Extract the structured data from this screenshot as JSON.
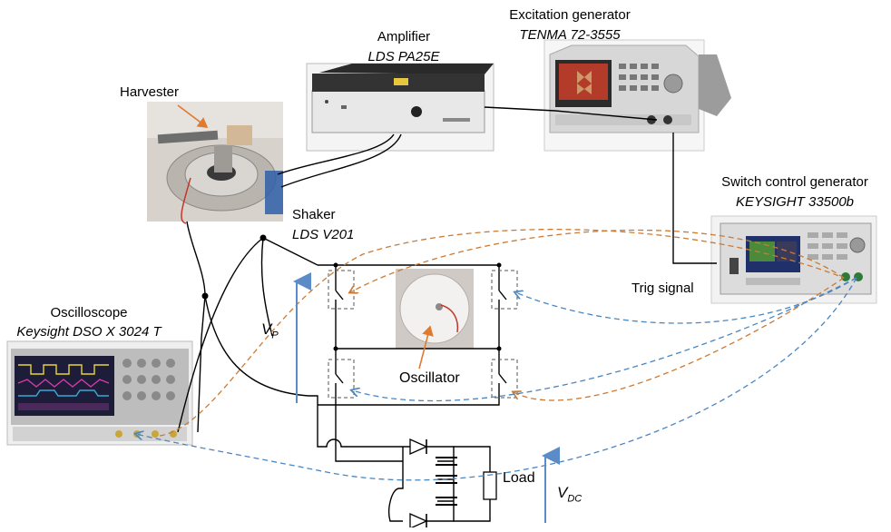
{
  "labels": {
    "excitation_title": "Excitation generator",
    "excitation_model": "TENMA 72-3555",
    "amplifier_title": "Amplifier",
    "amplifier_model": "LDS PA25E",
    "harvester": "Harvester",
    "shaker_title": "Shaker",
    "shaker_model": "LDS V201",
    "switch_gen_title": "Switch control generator",
    "switch_gen_model": "KEYSIGHT 33500b",
    "trig_signal": "Trig signal",
    "oscilloscope_title": "Oscilloscope",
    "oscilloscope_model": "Keysight DSO X 3024 T",
    "vp_main": "V",
    "vp_sub": "P",
    "oscillator": "Oscillator",
    "load": "Load",
    "vdc_main": "V",
    "vdc_sub": "DC"
  },
  "colors": {
    "wire": "#000000",
    "blue_dashed": "#4a86c0",
    "orange_dashed": "#cc7a33",
    "arrow_blue": "#5b8cc8",
    "pointer_orange": "#e07a2e"
  }
}
